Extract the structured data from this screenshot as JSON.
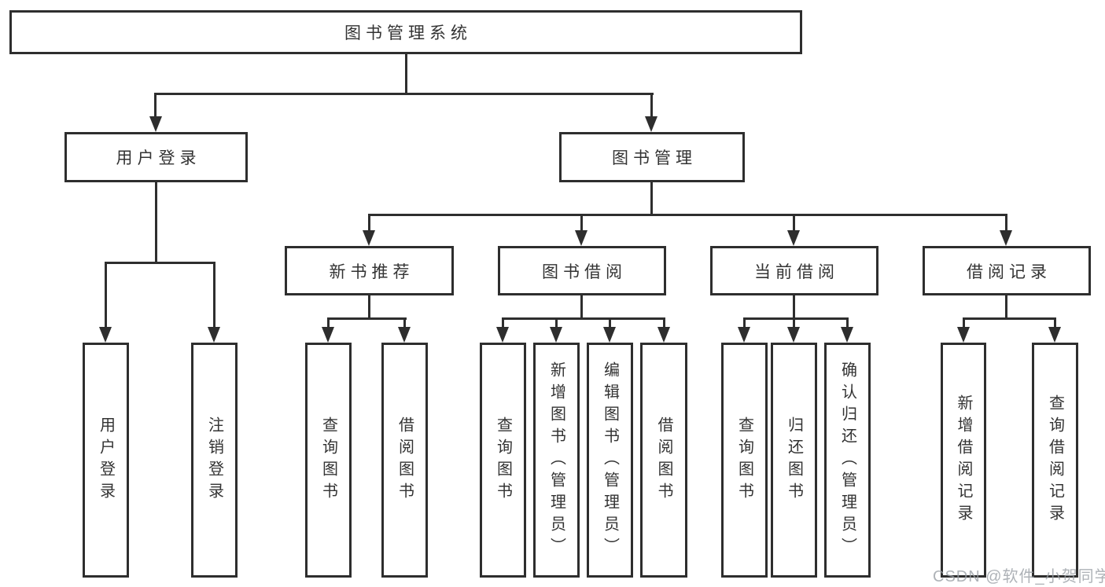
{
  "diagram": {
    "title": "图书管理系统",
    "root": {
      "label": "图书管理系统"
    },
    "level2": [
      {
        "label": "用户登录"
      },
      {
        "label": "图书管理"
      }
    ],
    "level3": [
      {
        "label": "新书推荐"
      },
      {
        "label": "图书借阅"
      },
      {
        "label": "当前借阅"
      },
      {
        "label": "借阅记录"
      }
    ],
    "leaves": [
      {
        "label": "用户登录"
      },
      {
        "label": "注销登录"
      },
      {
        "label": "查询图书"
      },
      {
        "label": "借阅图书"
      },
      {
        "label": "查询图书"
      },
      {
        "label": "新增图书（管理员）"
      },
      {
        "label": "编辑图书（管理员）"
      },
      {
        "label": "借阅图书"
      },
      {
        "label": "查询图书"
      },
      {
        "label": "归还图书"
      },
      {
        "label": "确认归还（管理员）"
      },
      {
        "label": "新增借阅记录"
      },
      {
        "label": "查询借阅记录"
      }
    ]
  },
  "watermark": {
    "text": "CSDN @软件_小贺同学"
  },
  "colors": {
    "line": "#2e2e2e",
    "text": "#333333",
    "watermark": "#9aa0a6",
    "background": "#ffffff"
  }
}
